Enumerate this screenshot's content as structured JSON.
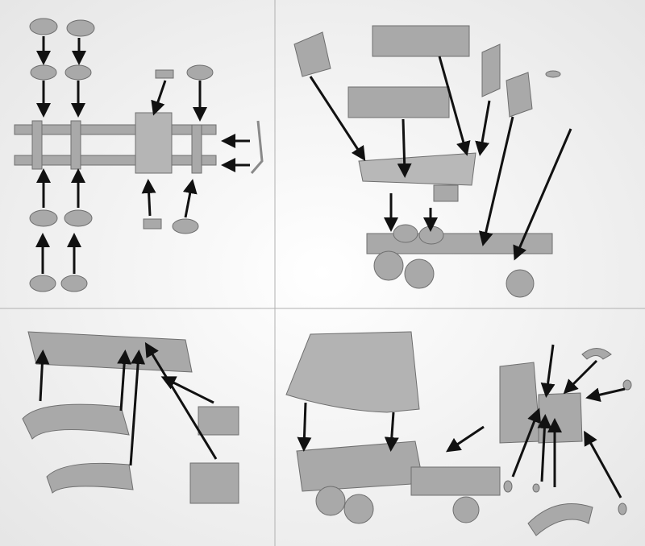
{
  "colors": {
    "background": "#f7f7f7",
    "divider": "#b0b0b0",
    "part": "#a9a9a9",
    "part_dark": "#7d7d7d",
    "part_light": "#c4c4c4",
    "arrow": "#111111"
  },
  "panels": [
    {
      "id": "chassis-wheels"
    },
    {
      "id": "cargo-bed"
    },
    {
      "id": "fenders-boxes"
    },
    {
      "id": "cab-canopy"
    }
  ]
}
